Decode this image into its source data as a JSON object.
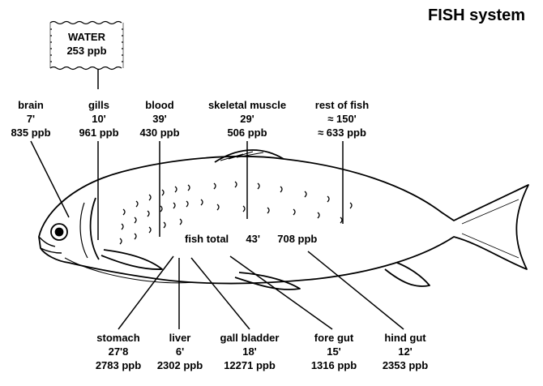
{
  "title": "FISH system",
  "water": {
    "label": "WATER",
    "value": "253 ppb"
  },
  "total": {
    "label": "fish total",
    "time": "43'",
    "value": "708 ppb"
  },
  "top_labels": [
    {
      "name": "brain",
      "time": "7'",
      "value": "835 ppb"
    },
    {
      "name": "gills",
      "time": "10'",
      "value": "961 ppb"
    },
    {
      "name": "blood",
      "time": "39'",
      "value": "430 ppb"
    },
    {
      "name": "skeletal muscle",
      "time": "29'",
      "value": "506 ppb"
    },
    {
      "name": "rest of fish",
      "time": "≈ 150'",
      "value": "≈ 633 ppb"
    }
  ],
  "bottom_labels": [
    {
      "name": "stomach",
      "time": "27'8",
      "value": "2783 ppb"
    },
    {
      "name": "liver",
      "time": "6'",
      "value": "2302 ppb"
    },
    {
      "name": "gall bladder",
      "time": "18'",
      "value": "12271 ppb"
    },
    {
      "name": "fore gut",
      "time": "15'",
      "value": "1316 ppb"
    },
    {
      "name": "hind gut",
      "time": "12'",
      "value": "2353 ppb"
    }
  ]
}
